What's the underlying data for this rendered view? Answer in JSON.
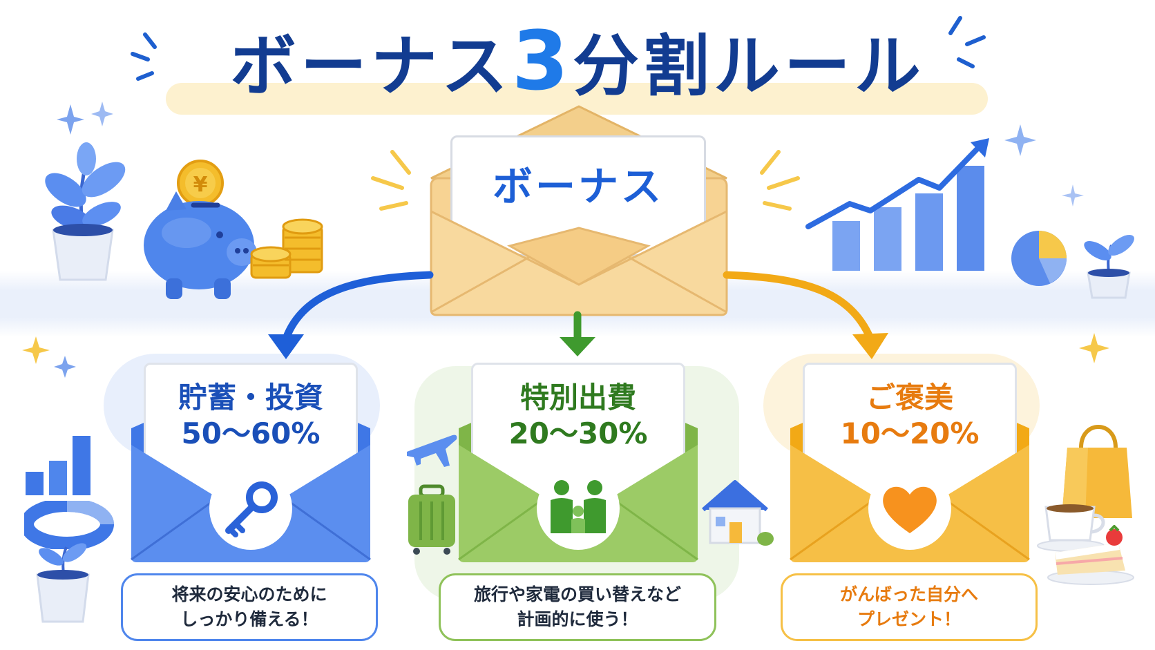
{
  "title": {
    "before": "ボーナス",
    "number": "3",
    "after": "分割ルール"
  },
  "source": {
    "label": "ボーナス"
  },
  "categories": [
    {
      "name": "貯蓄・投資",
      "percent": "50〜60%",
      "description_lines": [
        "将来の安心のために",
        "しっかり備える！"
      ],
      "icon": "key-icon",
      "color": "#4f86ec"
    },
    {
      "name": "特別出費",
      "percent": "20〜30%",
      "description_lines": [
        "旅行や家電の買い替えなど",
        "計画的に使う！"
      ],
      "icon": "family-icon",
      "color": "#8fc25a"
    },
    {
      "name": "ご褒美",
      "percent": "10〜20%",
      "description_lines": [
        "がんばった自分へ",
        "プレゼント！"
      ],
      "icon": "heart-icon",
      "color": "#f6b93a"
    }
  ],
  "colors": {
    "title": "#123c91",
    "accent_blue": "#1f7ae8",
    "savings_text": "#1a4fb8",
    "special_text": "#2f7a1f",
    "reward_text": "#e77b0f",
    "envelope_cream": "#f7d393"
  }
}
